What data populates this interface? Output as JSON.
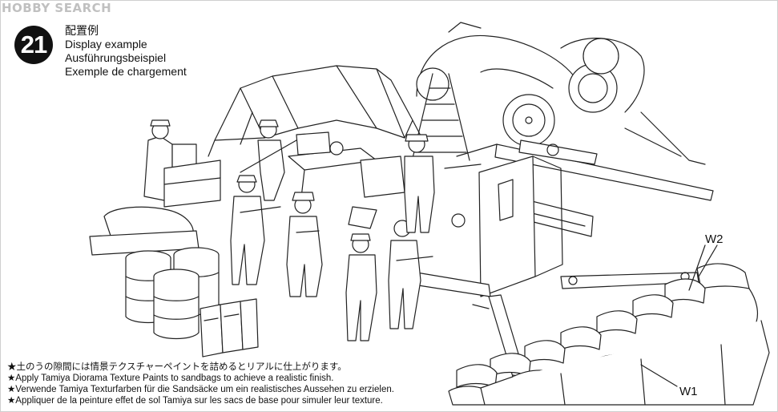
{
  "watermark": "HOBBY SEARCH",
  "step": {
    "number": "21",
    "title_ja": "配置例",
    "title_en": "Display example",
    "title_de": "Ausführungsbeispiel",
    "title_fr": "Exemple de chargement"
  },
  "callouts": {
    "w2": "W2",
    "w1": "W1"
  },
  "notes": [
    "★土のうの隙間には情景テクスチャーペイントを詰めるとリアルに仕上がります。",
    "★Apply Tamiya Diorama Texture Paints to sandbags to achieve a realistic finish.",
    "★Verwende Tamiya Texturfarben für die Sandsäcke um ein realistisches Aussehen zu erzielen.",
    "★Appliquer de la peinture effet de sol Tamiya sur les sacs de base pour simuler leur texture."
  ]
}
